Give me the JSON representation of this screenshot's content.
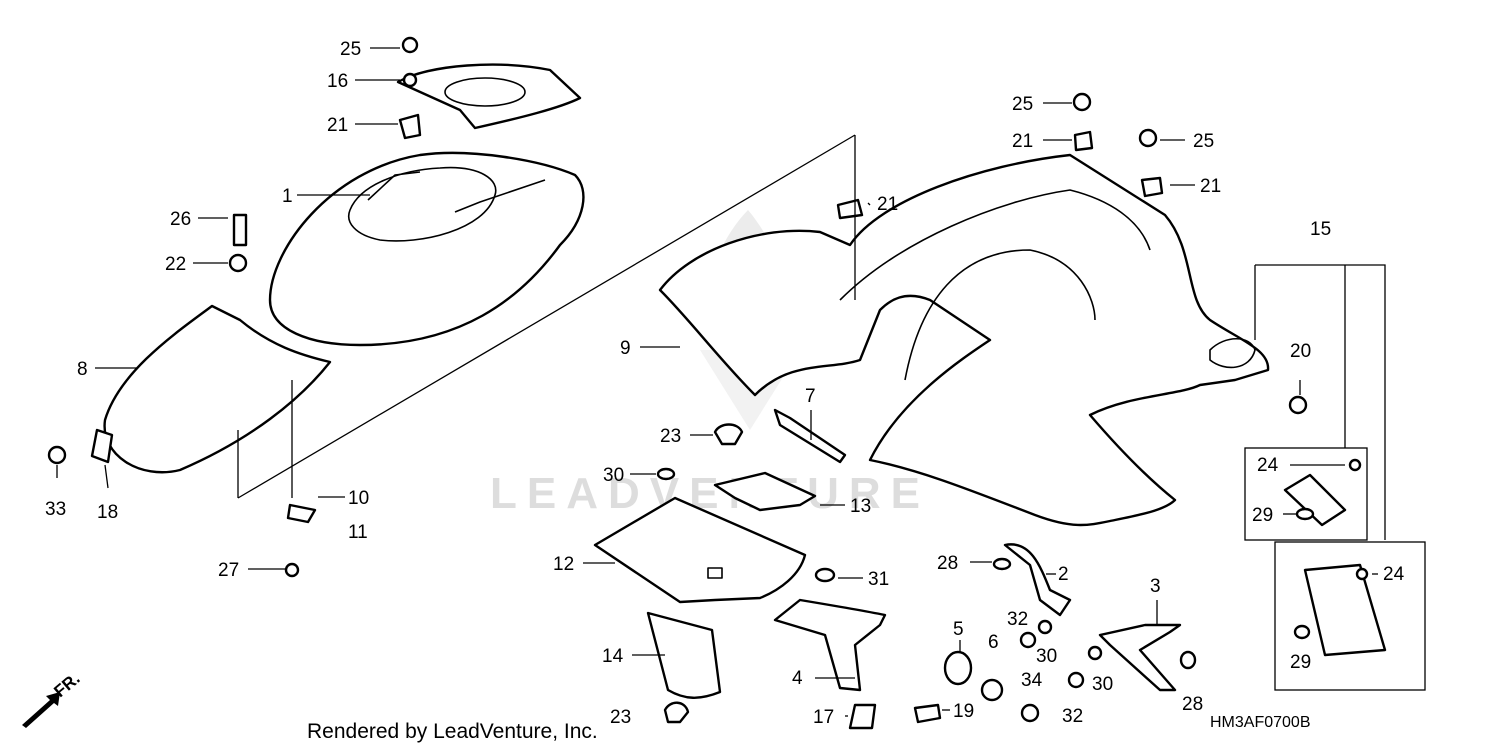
{
  "diagram": {
    "credit": "Rendered by LeadVenture, Inc.",
    "part_code": "HM3AF0700B",
    "watermark": "LEADVENTURE",
    "front_marker": "FR."
  },
  "callouts": [
    "1",
    "2",
    "3",
    "4",
    "5",
    "6",
    "7",
    "8",
    "9",
    "10",
    "11",
    "12",
    "13",
    "14",
    "15",
    "16",
    "17",
    "18",
    "19",
    "20",
    "21",
    "22",
    "23",
    "24",
    "25",
    "26",
    "27",
    "28",
    "29",
    "30",
    "31",
    "32",
    "33",
    "34"
  ]
}
